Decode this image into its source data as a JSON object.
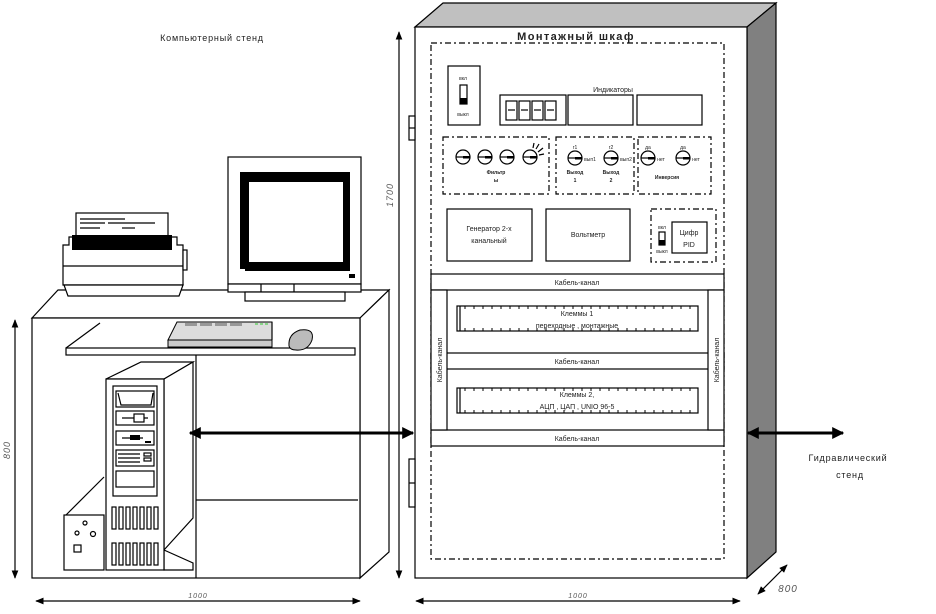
{
  "titles": {
    "computer_stand": "Компьютерный стенд",
    "cabinet": "Монтажный шкаф",
    "hydraulic_stand_line1": "Гидравлический",
    "hydraulic_stand_line2": "стенд"
  },
  "dimensions": {
    "cabinet_height": "1700",
    "desk_height": "800",
    "desk_width": "1000",
    "cabinet_width": "1000",
    "cabinet_depth": "800"
  },
  "panel": {
    "power_switch": {
      "on": "вкл",
      "off": "выкл"
    },
    "indicators_label": "Индикаторы",
    "filter_label_line1": "Фильтр",
    "filter_label_line2": "ы",
    "outputs": [
      {
        "top": "г1",
        "side": "вып1",
        "line1": "Выход",
        "line2": "1"
      },
      {
        "top": "г2",
        "side": "вып2",
        "line1": "Выход",
        "line2": "2"
      }
    ],
    "inversion": {
      "knobs": [
        {
          "top": "да",
          "side": "нет"
        },
        {
          "top": "да",
          "side": "нет"
        }
      ],
      "label": "Инверсия"
    },
    "generator_line1": "Генератор 2-х",
    "generator_line2": "канальный",
    "voltmeter": "Вольтметр",
    "pid_switch": {
      "on": "вкл",
      "off": "выкл"
    },
    "pid_line1": "Цифр",
    "pid_line2": "PID"
  },
  "cable_channels": {
    "horizontal": "Кабель-канал",
    "vertical": "Кабель-канал"
  },
  "terminals": [
    {
      "line1": "Клеммы 1",
      "line2": "переходные , монтажные"
    },
    {
      "line1": "Клеммы 2,",
      "line2": "АЦП , ЦАП , UNIO 96-5"
    }
  ]
}
